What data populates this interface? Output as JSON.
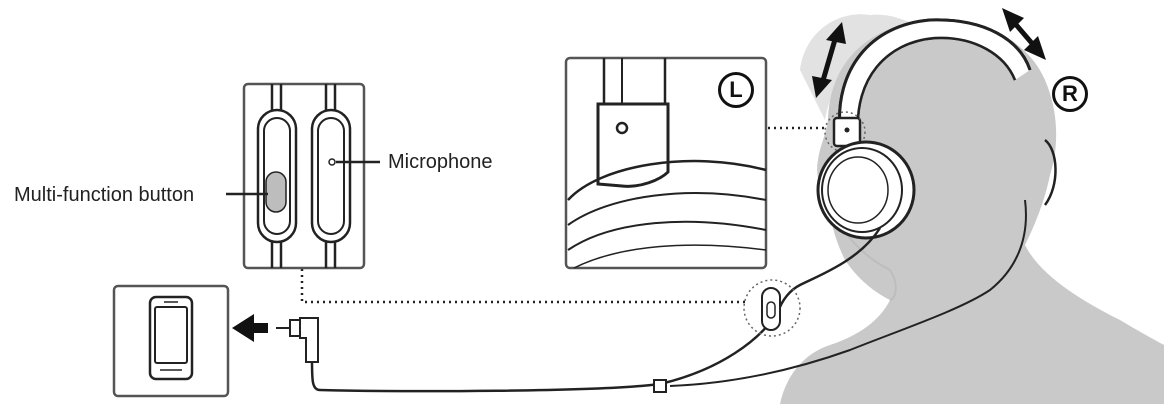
{
  "labels": {
    "multi_function_button": "Multi-function button",
    "microphone": "Microphone"
  },
  "side_markers": {
    "left": "L",
    "right": "R"
  },
  "colors": {
    "head_silhouette": "#c9c9c9",
    "head_back": "#e2e2e2",
    "line": "#222222",
    "panel_border": "#555555"
  },
  "icons": {
    "direction_arrow": "arrow-left-icon",
    "adjust_arrows": "double-arrow-icon"
  }
}
